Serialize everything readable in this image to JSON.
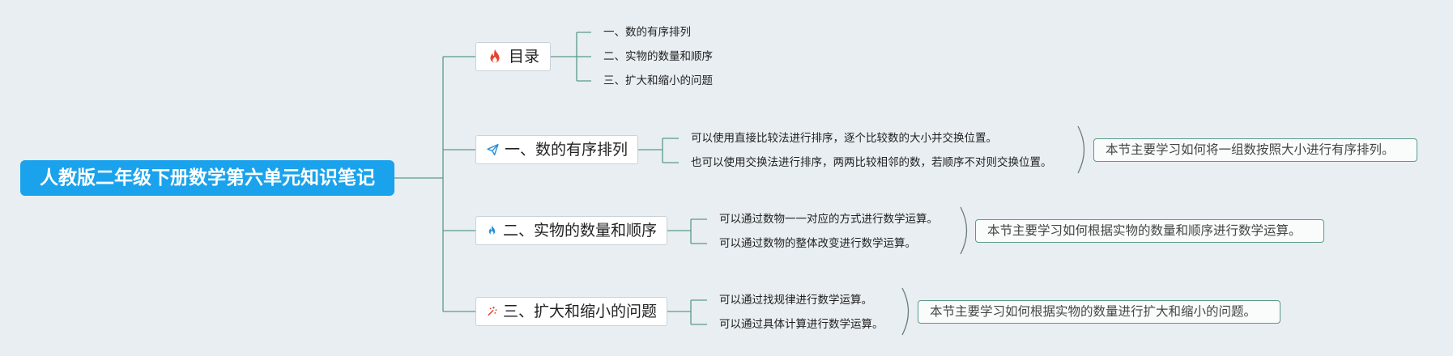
{
  "root": {
    "label": "人教版二年级下册数学第六单元知识笔记"
  },
  "branches": [
    {
      "label": "目录",
      "icon": "fire-red-icon",
      "children": [
        "一、数的有序排列",
        "二、实物的数量和顺序",
        "三、扩大和缩小的问题"
      ]
    },
    {
      "label": "一、数的有序排列",
      "icon": "paper-plane-icon",
      "children": [
        "可以使用直接比较法进行排序，逐个比较数的大小并交换位置。",
        "也可以使用交换法进行排序，两两比较相邻的数，若顺序不对则交换位置。"
      ],
      "summary": "本节主要学习如何将一组数按照大小进行有序排列。"
    },
    {
      "label": "二、实物的数量和顺序",
      "icon": "fire-blue-icon",
      "children": [
        "可以通过数物一一对应的方式进行数学运算。",
        "可以通过数物的整体改变进行数学运算。"
      ],
      "summary": "本节主要学习如何根据实物的数量和顺序进行数学运算。"
    },
    {
      "label": "三、扩大和缩小的问题",
      "icon": "magic-wand-icon",
      "children": [
        "可以通过找规律进行数学运算。",
        "可以通过具体计算进行数学运算。"
      ],
      "summary": "本节主要学习如何根据实物的数量进行扩大和缩小的问题。"
    }
  ],
  "colors": {
    "background": "#e8eef2",
    "root_fill": "#1aa3ec",
    "connector": "#5b9a86",
    "fire_red": "#e8432c",
    "paper_plane": "#2a8fd6",
    "fire_blue": "#2a8fd6",
    "magic_wand": "#e8432c"
  }
}
